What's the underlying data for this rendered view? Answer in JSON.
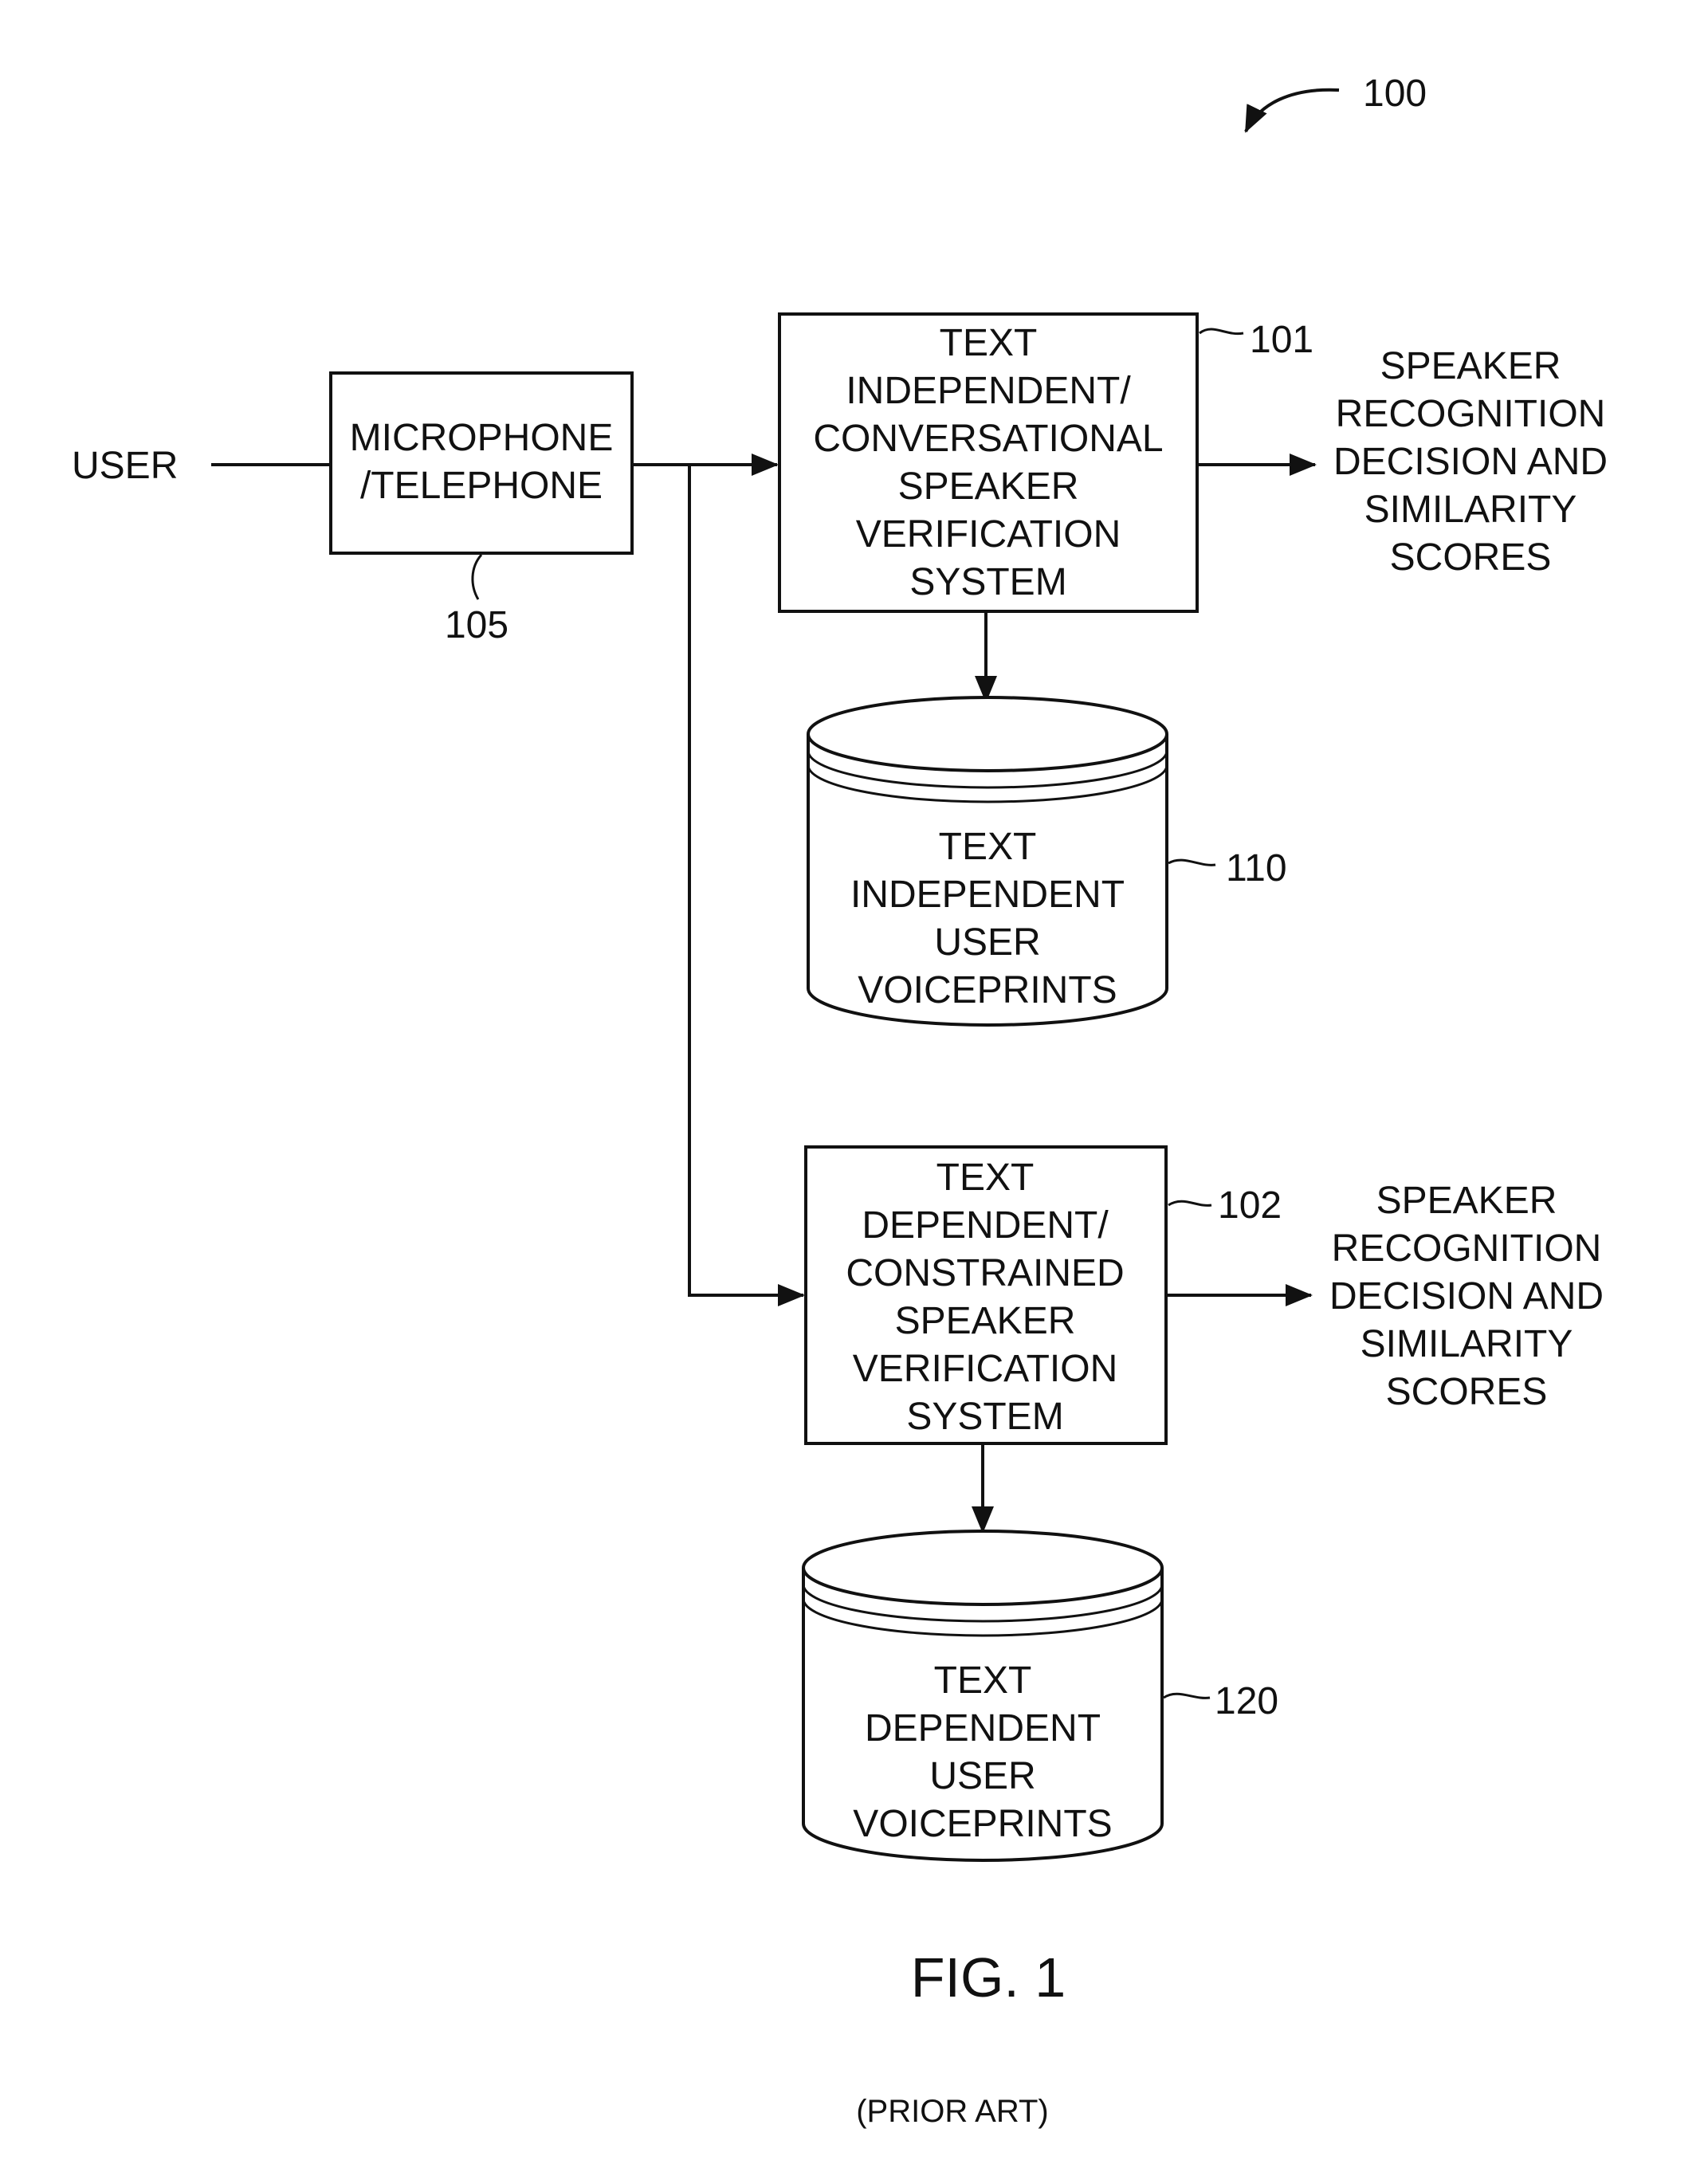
{
  "figure_number": "100",
  "figure_caption": "FIG. 1",
  "prior_art_note": "(PRIOR ART)",
  "input": {
    "label": "USER"
  },
  "microphone": {
    "lines": [
      "MICROPHONE",
      "/TELEPHONE"
    ],
    "ref": "105"
  },
  "system_101": {
    "lines": [
      "TEXT",
      "INDEPENDENT/",
      "CONVERSATIONAL",
      "SPEAKER",
      "VERIFICATION",
      "SYSTEM"
    ],
    "ref": "101",
    "output_lines": [
      "SPEAKER",
      "RECOGNITION",
      "DECISION AND",
      "SIMILARITY",
      "SCORES"
    ]
  },
  "db_110": {
    "lines": [
      "TEXT",
      "INDEPENDENT",
      "USER",
      "VOICEPRINTS"
    ],
    "ref": "110"
  },
  "system_102": {
    "lines": [
      "TEXT",
      "DEPENDENT/",
      "CONSTRAINED",
      "SPEAKER",
      "VERIFICATION",
      "SYSTEM"
    ],
    "ref": "102",
    "output_lines": [
      "SPEAKER",
      "RECOGNITION",
      "DECISION AND",
      "SIMILARITY",
      "SCORES"
    ]
  },
  "db_120": {
    "lines": [
      "TEXT",
      "DEPENDENT",
      "USER",
      "VOICEPRINTS"
    ],
    "ref": "120"
  }
}
